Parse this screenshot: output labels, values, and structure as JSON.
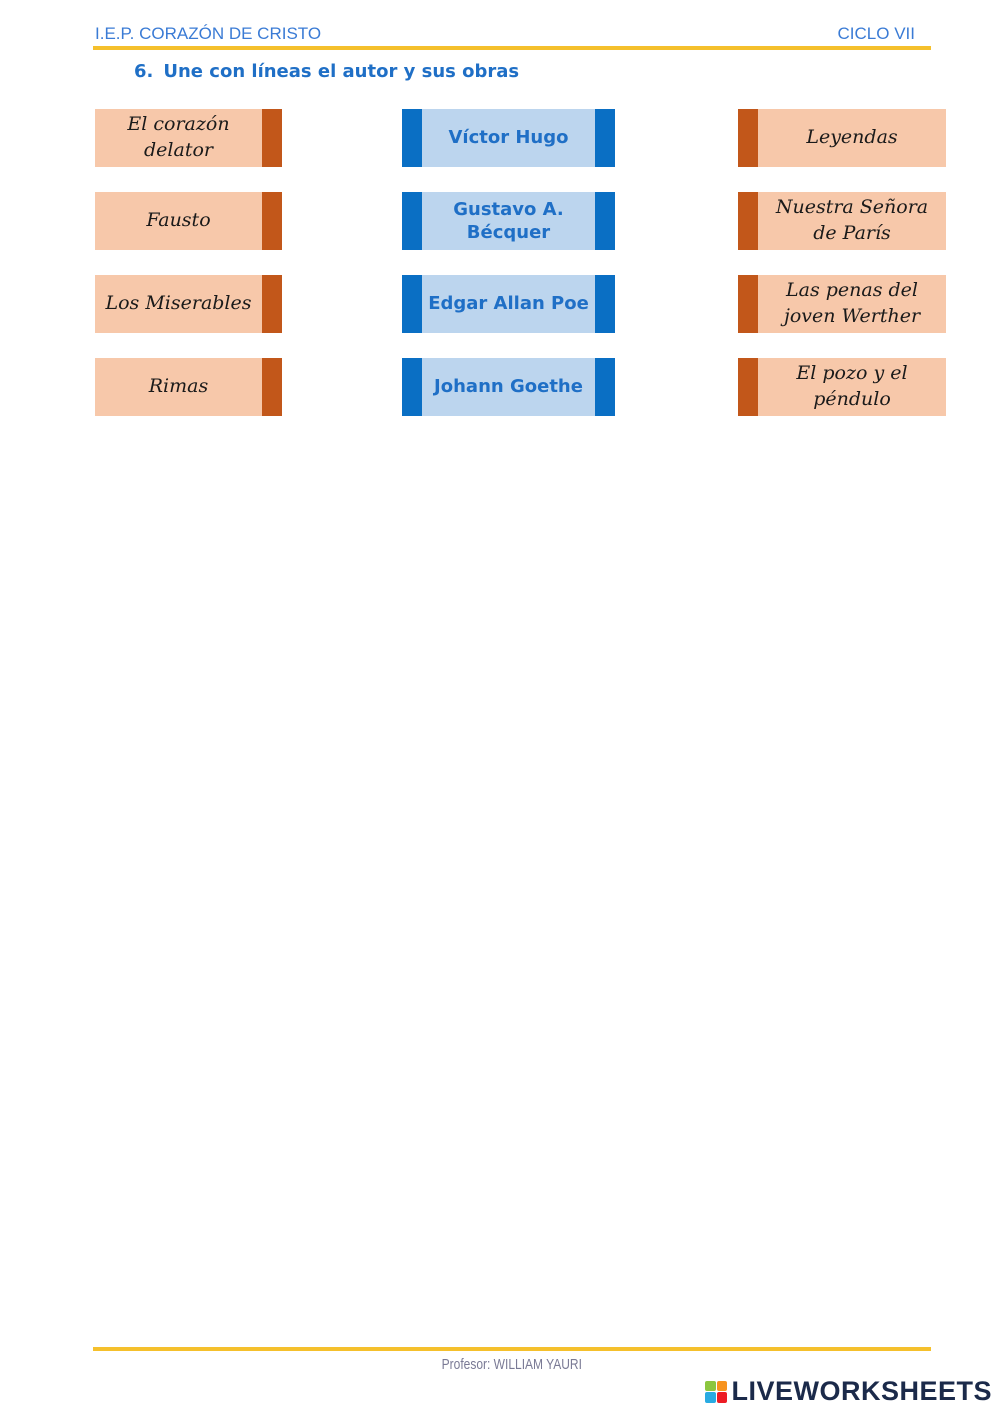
{
  "header": {
    "school": "I.E.P. CORAZÓN DE CRISTO",
    "cycle": "CICLO VII"
  },
  "instruction": {
    "number": "6.",
    "text": "Une con líneas el autor y sus obras"
  },
  "left_works": [
    "El corazón delator",
    "Fausto",
    "Los Miserables",
    "Rimas"
  ],
  "authors": [
    "Víctor Hugo",
    "Gustavo A. Bécquer",
    "Edgar Allan Poe",
    "Johann Goethe"
  ],
  "right_works": [
    "Leyendas",
    "Nuestra Señora de París",
    "Las penas del joven Werther",
    "El pozo y el péndulo"
  ],
  "footer": {
    "teacher": "Profesor: WILLIAM YAURI",
    "brand": "LIVEWORKSHEETS"
  },
  "colors": {
    "accent_line": "#f5c02c",
    "work_bg": "#f7c8aa",
    "work_bar": "#c2571a",
    "author_bg": "#bcd5ee",
    "author_bar": "#0a6fc4",
    "heading_blue": "#1f6fc6"
  },
  "icons": {
    "brand_logo": "liveworksheets-logo-icon"
  }
}
